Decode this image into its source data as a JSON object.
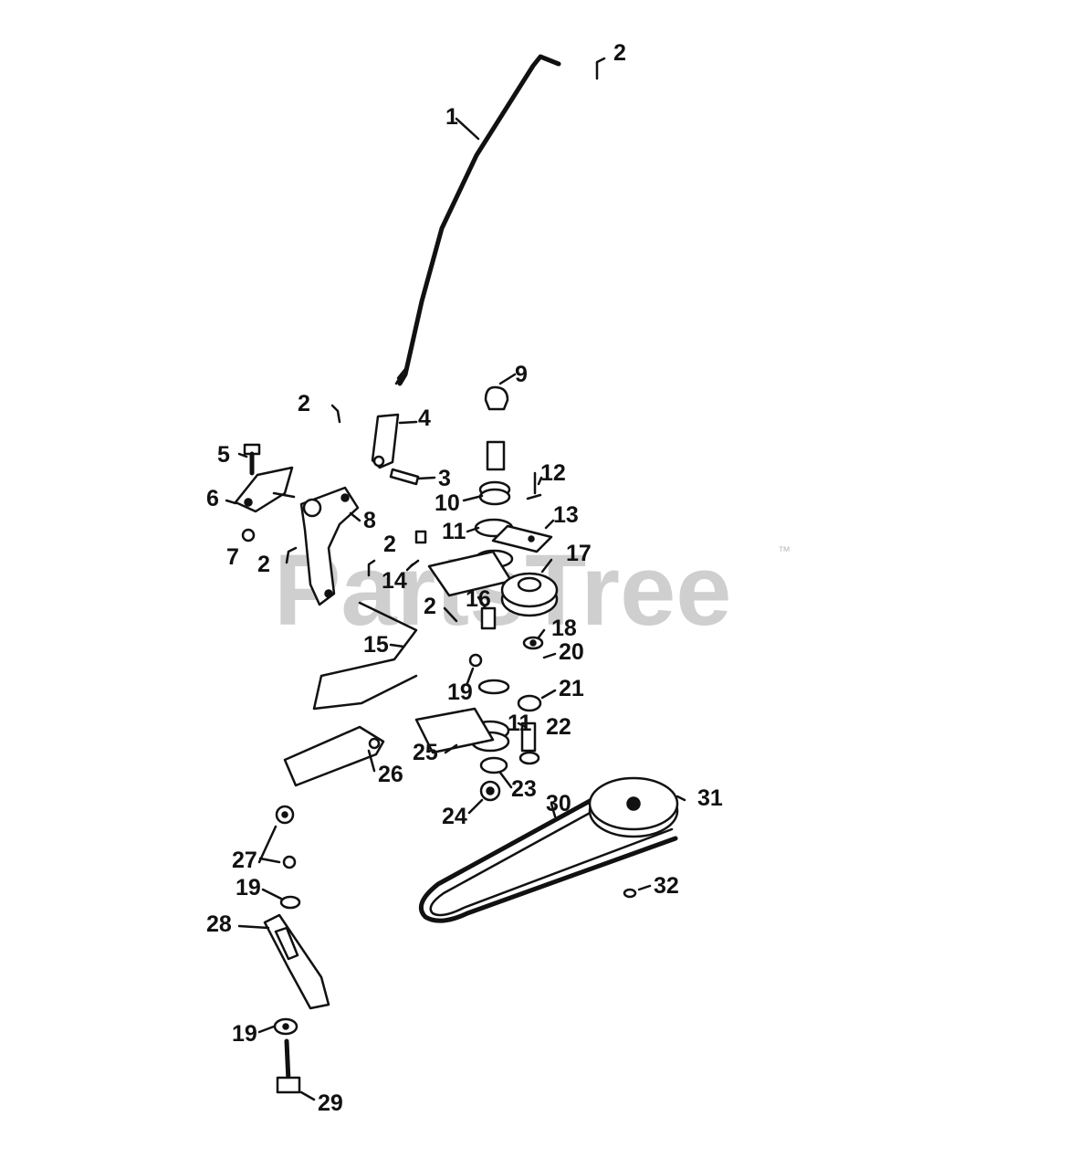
{
  "watermark": {
    "text": "PartsTree",
    "trademark": "™"
  },
  "callouts": [
    {
      "label": "1"
    },
    {
      "label": "2"
    },
    {
      "label": "2"
    },
    {
      "label": "4"
    },
    {
      "label": "9"
    },
    {
      "label": "5"
    },
    {
      "label": "3"
    },
    {
      "label": "12"
    },
    {
      "label": "6"
    },
    {
      "label": "10"
    },
    {
      "label": "8"
    },
    {
      "label": "13"
    },
    {
      "label": "11"
    },
    {
      "label": "2"
    },
    {
      "label": "7"
    },
    {
      "label": "2"
    },
    {
      "label": "17"
    },
    {
      "label": "14"
    },
    {
      "label": "16"
    },
    {
      "label": "2"
    },
    {
      "label": "18"
    },
    {
      "label": "15"
    },
    {
      "label": "20"
    },
    {
      "label": "21"
    },
    {
      "label": "19"
    },
    {
      "label": "11"
    },
    {
      "label": "22"
    },
    {
      "label": "25"
    },
    {
      "label": "26"
    },
    {
      "label": "23"
    },
    {
      "label": "30"
    },
    {
      "label": "31"
    },
    {
      "label": "24"
    },
    {
      "label": "27"
    },
    {
      "label": "19"
    },
    {
      "label": "32"
    },
    {
      "label": "28"
    },
    {
      "label": "19"
    },
    {
      "label": "29"
    }
  ]
}
